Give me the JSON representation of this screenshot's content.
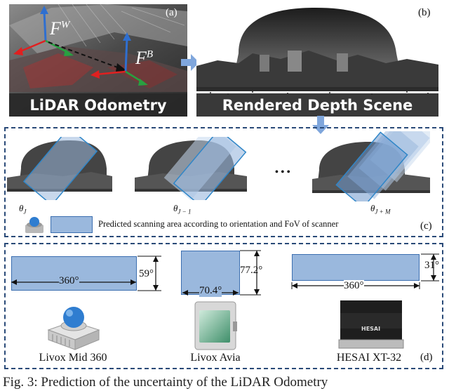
{
  "panel_a": {
    "label": "(a)",
    "banner": "LiDAR Odometry",
    "frame_world": "F",
    "frame_world_sup": "W",
    "frame_body": "F",
    "frame_body_sup": "B"
  },
  "panel_b": {
    "label": "(b)",
    "banner": "Rendered Depth Scene"
  },
  "panel_c": {
    "label": "(c)",
    "ellipsis": "• • •",
    "thetas": [
      {
        "base": "θ",
        "sub": "J"
      },
      {
        "base": "θ",
        "sub": "J − 1"
      },
      {
        "base": "θ",
        "sub": "J + M"
      }
    ],
    "legend_text": "Predicted scanning area according to orientation and FoV of scanner"
  },
  "panel_d": {
    "label": "(d)",
    "sensors": [
      {
        "name": "Livox Mid 360",
        "h_fov": "360°",
        "v_fov": "59°"
      },
      {
        "name": "Livox Avia",
        "h_fov": "70.4°",
        "v_fov": "77.2°"
      },
      {
        "name": "HESAI XT-32",
        "h_fov": "360°",
        "v_fov": "31°",
        "device_label": "HESAI"
      }
    ]
  },
  "caption": "Fig. 3: Prediction of the uncertainty of the LiDAR Odometry",
  "colors": {
    "arrow_blue": "#2f6fd0",
    "arrow_red": "#e02020",
    "arrow_green": "#28a040",
    "fov_fill": "#9ab8dd",
    "fov_border": "#3c6fb0",
    "box_dash": "#2a4a78",
    "flow_arrow": "#7fa6dc"
  }
}
